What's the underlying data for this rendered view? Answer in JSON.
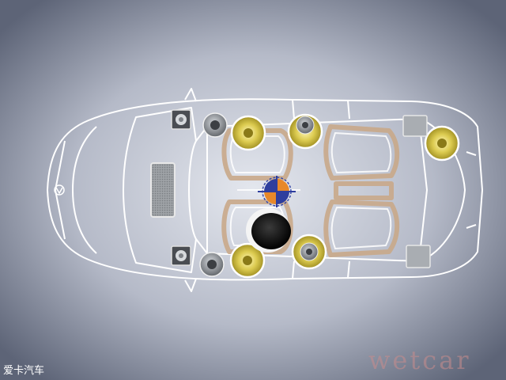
{
  "caption": "爱卡汽车",
  "watermark": "wetcar",
  "colors": {
    "bg_center": "#dfe2ea",
    "bg_edge": "#5d6477",
    "outline": "#ffffff",
    "speaker_yellow": "#d9c649",
    "speaker_gray": "#8c9196",
    "seat_tan": "#c9a98a"
  },
  "components": {
    "front_tweeters": 2,
    "door_midrange_gray": 2,
    "door_woofers_yellow": 4,
    "rear_woofer_yellow": 1,
    "rear_panels": 2,
    "subwoofer": 1,
    "amplifier_panel": 1,
    "center_logo": 1
  }
}
